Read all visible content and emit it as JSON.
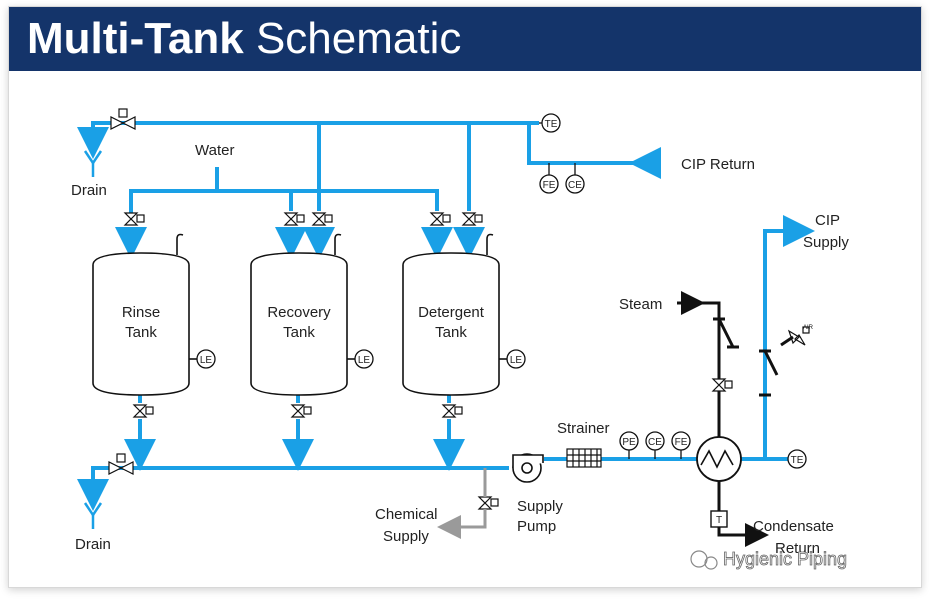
{
  "title": {
    "bold": "Multi-Tank",
    "rest": "Schematic"
  },
  "labels": {
    "drain_top": "Drain",
    "drain_bottom": "Drain",
    "water": "Water",
    "cip_return": "CIP Return",
    "cip_supply_1": "CIP",
    "cip_supply_2": "Supply",
    "steam": "Steam",
    "strainer": "Strainer",
    "supply_pump_1": "Supply",
    "supply_pump_2": "Pump",
    "chemical_supply_1": "Chemical",
    "chemical_supply_2": "Supply",
    "condensate_1": "Condensate",
    "condensate_2": "Return",
    "air": "AIR"
  },
  "tanks": [
    {
      "line1": "Rinse",
      "line2": "Tank",
      "level": "LE"
    },
    {
      "line1": "Recovery",
      "line2": "Tank",
      "level": "LE"
    },
    {
      "line1": "Detergent",
      "line2": "Tank",
      "level": "LE"
    }
  ],
  "instruments": {
    "te_top": "TE",
    "fe": "FE",
    "ce_top": "CE",
    "pe": "PE",
    "ce_mid": "CE",
    "fe_mid": "FE",
    "te_right": "TE",
    "trap": "T"
  },
  "watermark": "Hygienic Piping",
  "colors": {
    "pipe": "#1aa0e6",
    "banner": "#14346a",
    "steam": "#111111",
    "chemical": "#9a9a9a"
  }
}
